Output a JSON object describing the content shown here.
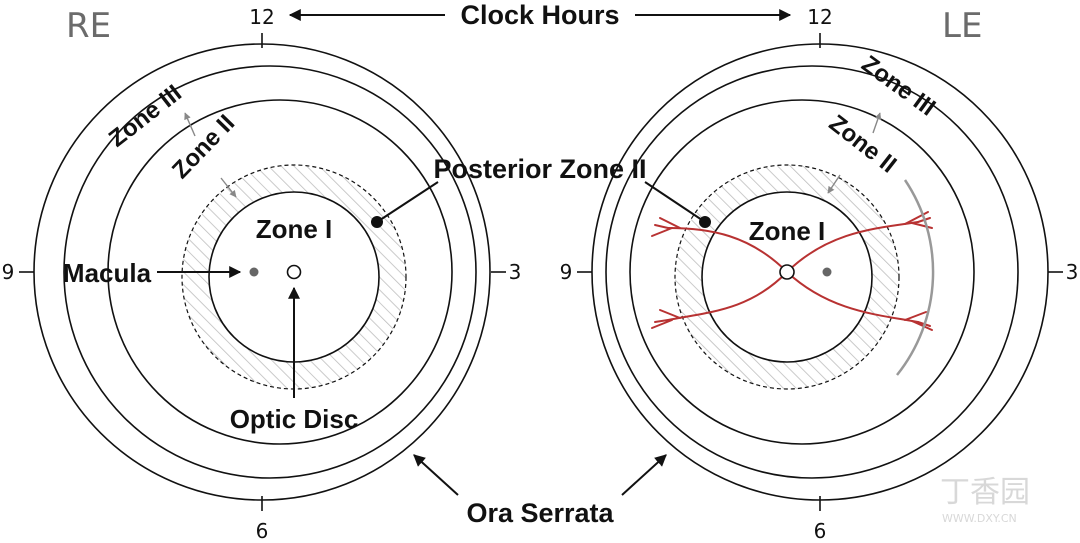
{
  "eyes": {
    "right_label": "RE",
    "left_label": "LE"
  },
  "clock": {
    "title": "Clock Hours",
    "h12": "12",
    "h3": "3",
    "h6": "6",
    "h9": "9"
  },
  "zones": {
    "zone_one": "Zone I",
    "zone_two": "Zone II",
    "zone_three": "Zone III",
    "posterior_zone_two": "Posterior Zone II"
  },
  "landmarks": {
    "macula": "Macula",
    "optic_disc": "Optic Disc",
    "ora_serrata": "Ora Serrata"
  },
  "watermark": {
    "brand": "丁香园",
    "url": "WWW.DXY.CN"
  },
  "colors": {
    "vessel": "#b83232",
    "hatch": "#bdbdbd",
    "ink": "#111111",
    "grey_label": "#6b6b6b"
  }
}
